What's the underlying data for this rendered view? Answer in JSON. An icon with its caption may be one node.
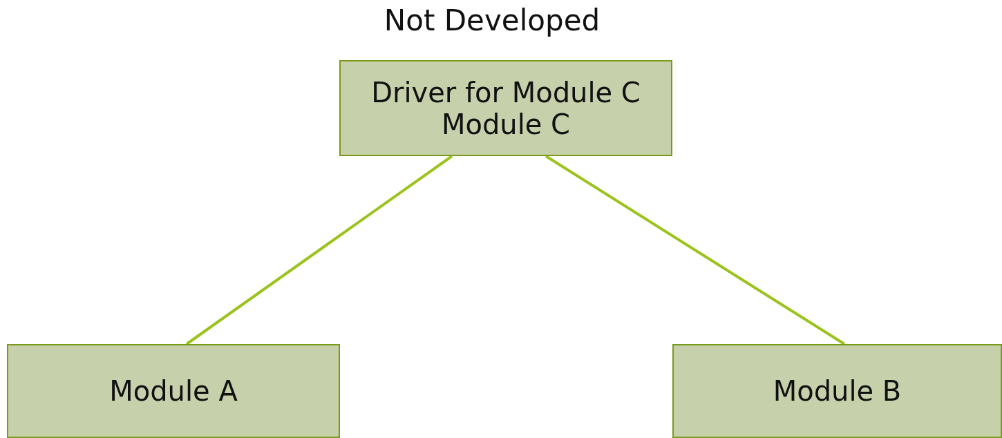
{
  "diagram": {
    "nodes": [
      {
        "text": [
          "Driver for Module C",
          "Module C"
        ],
        "beside": [
          "Not Developed"
        ]
      },
      {
        "text": [
          "Module A"
        ]
      },
      {
        "text": [
          "Module B"
        ]
      }
    ],
    "edges": [
      {
        "from": 0,
        "to": 1,
        "arrow": "none"
      },
      {
        "from": 0,
        "to": 2,
        "arrow": "none"
      }
    ]
  }
}
